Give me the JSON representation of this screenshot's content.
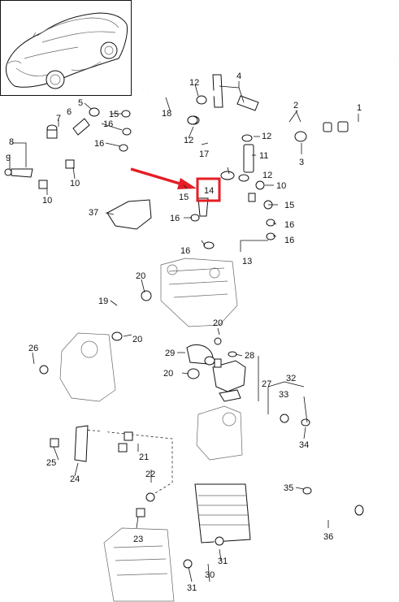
{
  "callouts": {
    "c1": "1",
    "c2": "2",
    "c3": "3",
    "c4": "4",
    "c5": "5",
    "c6": "6",
    "c7": "7",
    "c8": "8",
    "c9": "9",
    "c10a": "10",
    "c10b": "10",
    "c10c": "10",
    "c11": "11",
    "c12a": "12",
    "c12b": "12",
    "c12c": "12",
    "c12d": "12",
    "c13": "13",
    "c14": "14",
    "c15a": "15",
    "c15b": "15",
    "c15c": "15",
    "c16a": "16",
    "c16b": "16",
    "c16c": "16",
    "c16d": "16",
    "c16e": "16",
    "c16f": "16",
    "c17": "17",
    "c18": "18",
    "c19": "19",
    "c20a": "20",
    "c20b": "20",
    "c20c": "20",
    "c20d": "20",
    "c21": "21",
    "c22": "22",
    "c23": "23",
    "c24": "24",
    "c25": "25",
    "c26": "26",
    "c27": "27",
    "c28": "28",
    "c29": "29",
    "c30": "30",
    "c31a": "31",
    "c31b": "31",
    "c32": "32",
    "c33": "33",
    "c34": "34",
    "c35": "35",
    "c36": "36",
    "c37": "37"
  },
  "highlight": {
    "part_number": "14",
    "color": "#e41e26"
  }
}
